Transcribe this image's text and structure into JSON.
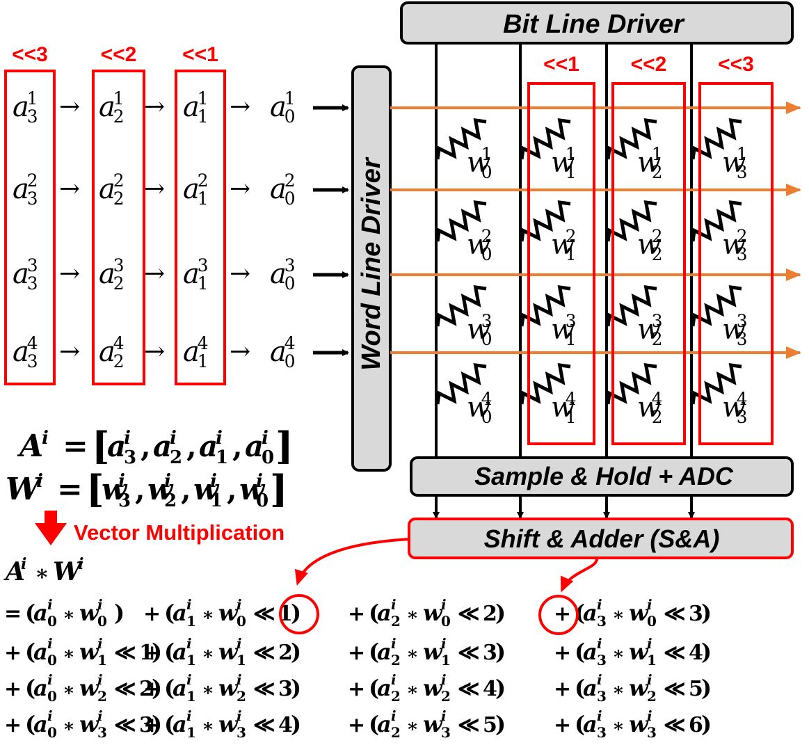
{
  "blocks": {
    "bit_line_driver": "Bit Line Driver",
    "word_line_driver": "Word Line Driver",
    "sample_hold_adc": "Sample & Hold + ADC",
    "shift_adder": "Shift & Adder (S&A)"
  },
  "input_shifts": [
    "<<3",
    "<<2",
    "<<1"
  ],
  "weight_shifts": [
    "<<1",
    "<<2",
    "<<3"
  ],
  "inputs": {
    "arrow": "→",
    "base": "a",
    "row_superscripts": [
      "1",
      "2",
      "3",
      "4"
    ],
    "column_subscripts": [
      "3",
      "2",
      "1",
      "0"
    ]
  },
  "weights": {
    "base": "w",
    "row_superscripts": [
      "1",
      "2",
      "3",
      "4"
    ],
    "column_subscripts": [
      "0",
      "1",
      "2",
      "3"
    ]
  },
  "vectors": {
    "a_def": {
      "lhs": "A",
      "sup": "i",
      "eq": "=",
      "elem": "a",
      "subs": [
        "3",
        "2",
        "1",
        "0"
      ]
    },
    "w_def": {
      "lhs": "W",
      "sup": "i",
      "eq": "=",
      "elem": "w",
      "subs": [
        "3",
        "2",
        "1",
        "0"
      ]
    }
  },
  "operation_label": "Vector Multiplication",
  "product_title": {
    "a": "A",
    "w": "W",
    "sup": "i",
    "op": "∗"
  },
  "equation": {
    "rows": [
      {
        "lead": "= ",
        "terms": [
          {
            "a": "0",
            "w": "0",
            "shift": ""
          },
          {
            "a": "1",
            "w": "0",
            "shift": "1"
          },
          {
            "a": "2",
            "w": "0",
            "shift": "2"
          },
          {
            "a": "3",
            "w": "0",
            "shift": "3"
          }
        ]
      },
      {
        "lead": "+ ",
        "terms": [
          {
            "a": "0",
            "w": "1",
            "shift": "1"
          },
          {
            "a": "1",
            "w": "1",
            "shift": "2"
          },
          {
            "a": "2",
            "w": "1",
            "shift": "3"
          },
          {
            "a": "3",
            "w": "1",
            "shift": "4"
          }
        ]
      },
      {
        "lead": "+ ",
        "terms": [
          {
            "a": "0",
            "w": "2",
            "shift": "2"
          },
          {
            "a": "1",
            "w": "2",
            "shift": "3"
          },
          {
            "a": "2",
            "w": "2",
            "shift": "4"
          },
          {
            "a": "3",
            "w": "2",
            "shift": "5"
          }
        ]
      },
      {
        "lead": "+ ",
        "terms": [
          {
            "a": "0",
            "w": "3",
            "shift": "3"
          },
          {
            "a": "1",
            "w": "3",
            "shift": "4"
          },
          {
            "a": "2",
            "w": "3",
            "shift": "5"
          },
          {
            "a": "3",
            "w": "3",
            "shift": "6"
          }
        ]
      }
    ],
    "shift_op": "≪",
    "mul_op": "∗",
    "plus": "+",
    "sup": "i"
  },
  "colors": {
    "accent_red": "#ff0000",
    "word_line_orange": "#ed7d31",
    "block_fill": "#d9d9d9",
    "outline": "#000000"
  }
}
